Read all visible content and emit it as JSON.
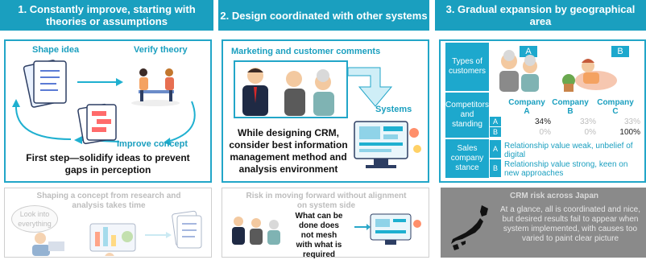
{
  "headers": [
    "1. Constantly improve, starting with theories or assumptions",
    "2. Design coordinated with other systems",
    "3. Gradual expansion by geographical area"
  ],
  "panel1": {
    "shape_idea": "Shape idea",
    "verify_theory": "Verify theory",
    "improve_concept": "Improve concept",
    "caption": "First step—solidify ideas to prevent gaps in perception"
  },
  "panel2": {
    "marketing": "Marketing and customer comments",
    "systems": "Systems",
    "caption": "While designing CRM, consider best information management method and analysis environment"
  },
  "panel3": {
    "types_of_customers": "Types of customers",
    "badge_a": "A",
    "badge_b": "B",
    "competitors": "Competitors and standing",
    "sales_stance": "Sales company stance",
    "row_a": "A",
    "row_b": "B",
    "stance_a": "A",
    "stance_b": "B",
    "companies": [
      "Company A",
      "Company B",
      "Company C"
    ],
    "values_a": [
      "34%",
      "33%",
      "33%"
    ],
    "values_b": [
      "0%",
      "0%",
      "100%"
    ],
    "stance_a_text": "Relationship value weak, unbelief of digital",
    "stance_b_text": "Relationship value strong, keen on new approaches"
  },
  "lower1": {
    "title": "Shaping a concept from research and analysis takes time",
    "bubble": "Look into everything"
  },
  "lower2": {
    "title": "Risk in moving forward without alignment on system side",
    "body": "What can be done does not mesh with what is required"
  },
  "lower3": {
    "title": "CRM risk across Japan",
    "body": "At a glance, all is coordinated and nice, but desired results fail to appear when system implemented, with causes too varied to paint clear picture"
  }
}
